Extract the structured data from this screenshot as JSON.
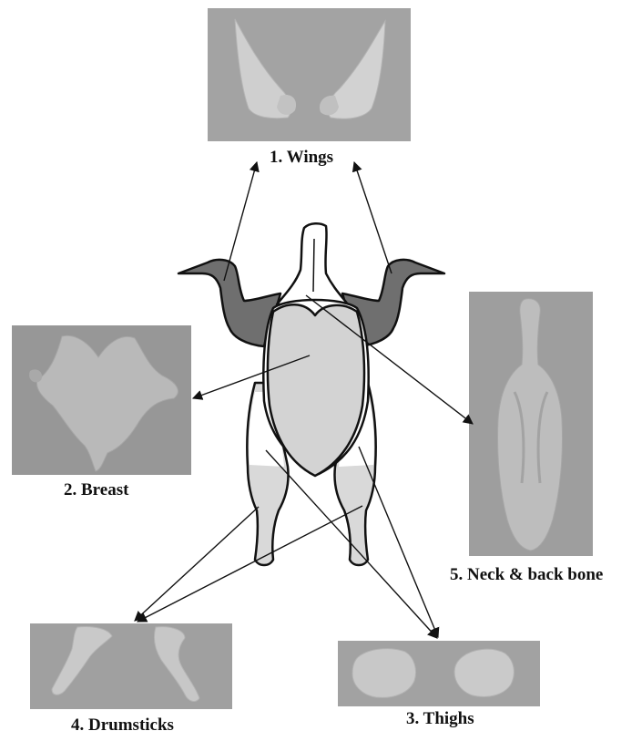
{
  "labels": {
    "wings": "1. Wings",
    "breast": "2. Breast",
    "thighs": "3. Thighs",
    "drumsticks": "4. Drumsticks",
    "neck_back": "5. Neck & back bone"
  },
  "colors": {
    "photo_background": "#9a9a9a",
    "meat": "#c6c6c6",
    "wing_fill": "#6f6f6f",
    "breast_fill": "#d3d3d3",
    "leg_fill": "#d9d9d9",
    "outline": "#111111"
  }
}
